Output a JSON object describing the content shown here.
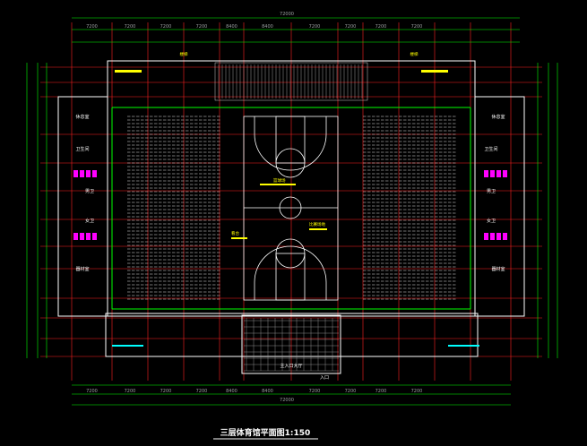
{
  "drawing": {
    "title": "三层体育馆平面图1:150",
    "colors": {
      "background": "#000000",
      "axis": "#ff2020",
      "wall": "#ffffff",
      "dimension": "#00ff00",
      "seating": "#e8e8e8",
      "court": "#ffffff",
      "accent": "#ff00ff",
      "note": "#ffff00",
      "cyan": "#00ffff"
    }
  },
  "dimensions": {
    "top_total": "72000",
    "bottom_total": "72000",
    "top_segments": [
      "7200",
      "7200",
      "7200",
      "7200",
      "8400",
      "8400",
      "7200",
      "7200",
      "7200",
      "7200"
    ],
    "bottom_segments": [
      "7200",
      "7200",
      "7200",
      "7200",
      "8400",
      "8400",
      "7200",
      "7200",
      "7200",
      "7200"
    ]
  },
  "rooms": {
    "left_upper": "休息室",
    "left_mid1": "卫生间",
    "left_toilet_m": "男卫",
    "left_toilet_f": "女卫",
    "left_lower": "器材室",
    "right_upper": "休息室",
    "right_mid1": "卫生间",
    "right_toilet_m": "男卫",
    "right_toilet_f": "女卫",
    "right_lower": "器材室",
    "stair_top_left": "楼梯",
    "stair_top_right": "楼梯",
    "stair_bottom_note": "入口",
    "bottom_label": "主入口大厅"
  },
  "notes": {
    "court_note_1": "篮球场",
    "court_note_2": "比赛场地",
    "court_note_3": "看台"
  }
}
